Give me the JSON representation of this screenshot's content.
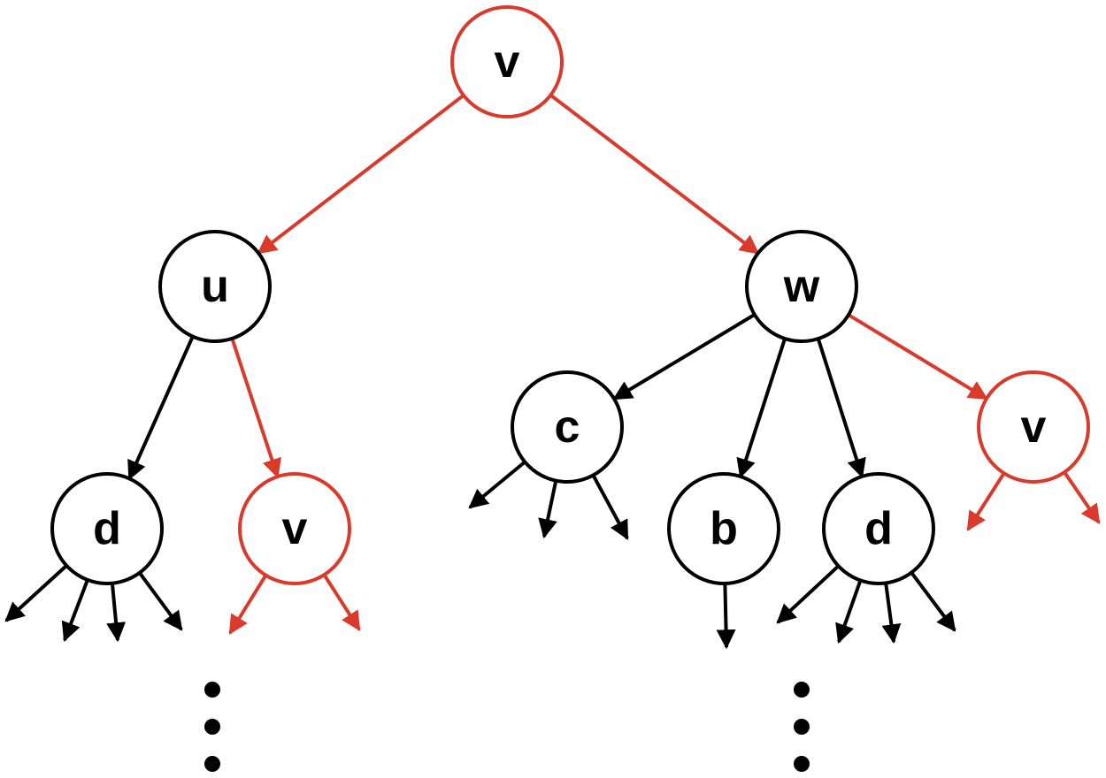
{
  "colors": {
    "highlight": "#d93a2b",
    "normal": "#000000",
    "background": "#ffffff"
  },
  "nodes": [
    {
      "id": "root_v",
      "label": "v",
      "highlight": true
    },
    {
      "id": "u",
      "label": "u",
      "highlight": false
    },
    {
      "id": "w",
      "label": "w",
      "highlight": false
    },
    {
      "id": "u_d",
      "label": "d",
      "highlight": false
    },
    {
      "id": "u_v",
      "label": "v",
      "highlight": true
    },
    {
      "id": "w_c",
      "label": "c",
      "highlight": false
    },
    {
      "id": "w_b",
      "label": "b",
      "highlight": false
    },
    {
      "id": "w_d",
      "label": "d",
      "highlight": false
    },
    {
      "id": "w_v",
      "label": "v",
      "highlight": true
    }
  ],
  "edges": [
    {
      "from": "root_v",
      "to": "u",
      "highlight": true
    },
    {
      "from": "root_v",
      "to": "w",
      "highlight": true
    },
    {
      "from": "u",
      "to": "u_d",
      "highlight": false
    },
    {
      "from": "u",
      "to": "u_v",
      "highlight": true
    },
    {
      "from": "w",
      "to": "w_c",
      "highlight": false
    },
    {
      "from": "w",
      "to": "w_b",
      "highlight": false
    },
    {
      "from": "w",
      "to": "w_d",
      "highlight": false
    },
    {
      "from": "w",
      "to": "w_v",
      "highlight": true
    }
  ],
  "continuation_stubs": [
    {
      "node": "u_d",
      "count": 4,
      "highlight": false
    },
    {
      "node": "u_v",
      "count": 2,
      "highlight": true
    },
    {
      "node": "w_c",
      "count": 3,
      "highlight": false
    },
    {
      "node": "w_b",
      "count": 1,
      "highlight": false
    },
    {
      "node": "w_d",
      "count": 4,
      "highlight": false
    },
    {
      "node": "w_v",
      "count": 2,
      "highlight": true
    }
  ],
  "ellipses": [
    {
      "below": "u_v",
      "dots": 3
    },
    {
      "below": "w_d",
      "dots": 3
    }
  ]
}
